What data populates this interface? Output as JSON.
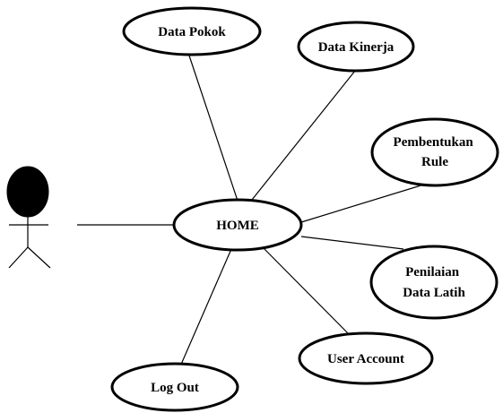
{
  "diagram": {
    "type": "use-case",
    "colors": {
      "stroke": "#000000",
      "fill": "#ffffff",
      "actor_head": "#000000"
    },
    "actor": {
      "label": ""
    },
    "nodes": {
      "home": {
        "lines": [
          "HOME"
        ]
      },
      "data_pokok": {
        "lines": [
          "Data Pokok"
        ]
      },
      "data_kinerja": {
        "lines": [
          "Data Kinerja"
        ]
      },
      "pembentukan_rule": {
        "lines": [
          "Pembentukan",
          "Rule"
        ]
      },
      "penilaian_data_latih": {
        "lines": [
          "Penilaian",
          "Data Latih"
        ]
      },
      "user_account": {
        "lines": [
          "User Account"
        ]
      },
      "log_out": {
        "lines": [
          "Log Out"
        ]
      }
    },
    "edges": [
      {
        "from": "actor",
        "to": "home"
      },
      {
        "from": "home",
        "to": "data_pokok"
      },
      {
        "from": "home",
        "to": "data_kinerja"
      },
      {
        "from": "home",
        "to": "pembentukan_rule"
      },
      {
        "from": "home",
        "to": "penilaian_data_latih"
      },
      {
        "from": "home",
        "to": "user_account"
      },
      {
        "from": "home",
        "to": "log_out"
      }
    ]
  }
}
